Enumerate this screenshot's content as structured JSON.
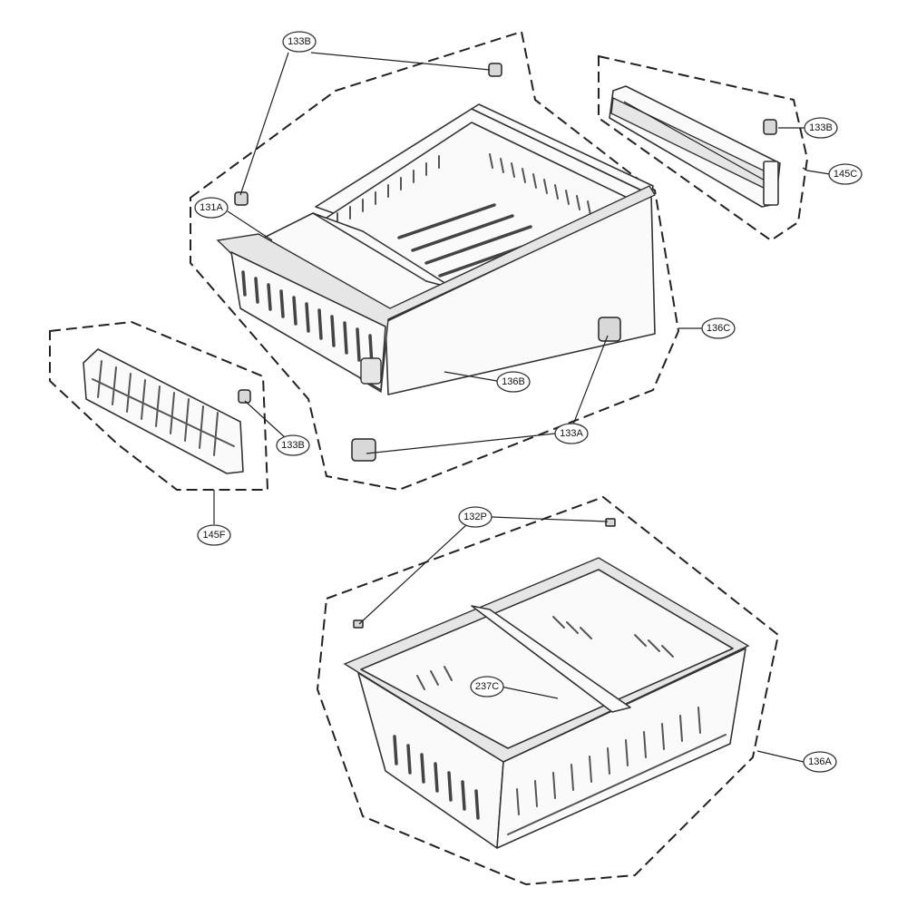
{
  "diagram": {
    "callouts": {
      "c133B_top": "133B",
      "c133B_rail": "133B",
      "c133B_left": "133B",
      "c145C": "145C",
      "c131A": "131A",
      "c136C": "136C",
      "c136B": "136B",
      "c133A": "133A",
      "c145F": "145F",
      "c132P": "132P",
      "c237C": "237C",
      "c136A": "136A"
    }
  }
}
